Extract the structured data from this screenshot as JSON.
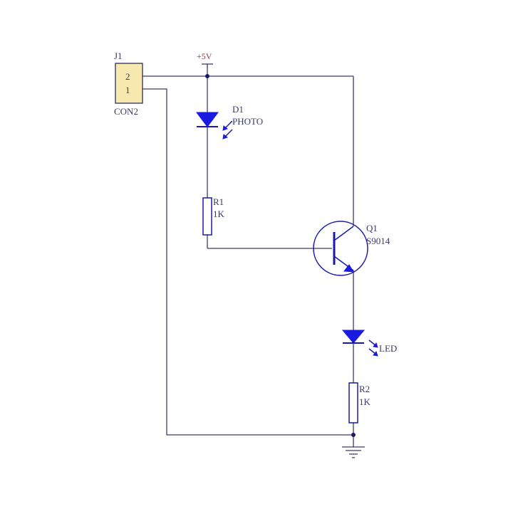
{
  "connector": {
    "ref": "J1",
    "value": "CON2",
    "pin2": "2",
    "pin1": "1"
  },
  "power": {
    "label": "+5V"
  },
  "photodiode": {
    "ref": "D1",
    "value": "PHOTO"
  },
  "resistor1": {
    "ref": "R1",
    "value": "1K"
  },
  "transistor": {
    "ref": "Q1",
    "value": "S9014"
  },
  "led": {
    "value": "LED"
  },
  "resistor2": {
    "ref": "R2",
    "value": "1K"
  },
  "colors": {
    "wire": "#3c3c6c",
    "symbol": "#1a1aa8",
    "fill": "#1a1ae0",
    "connector_fill": "#f7e9b0",
    "power_label": "#8b3a3a"
  },
  "icons": {
    "ground": "ground-symbol-icon",
    "power": "power-port-icon"
  }
}
